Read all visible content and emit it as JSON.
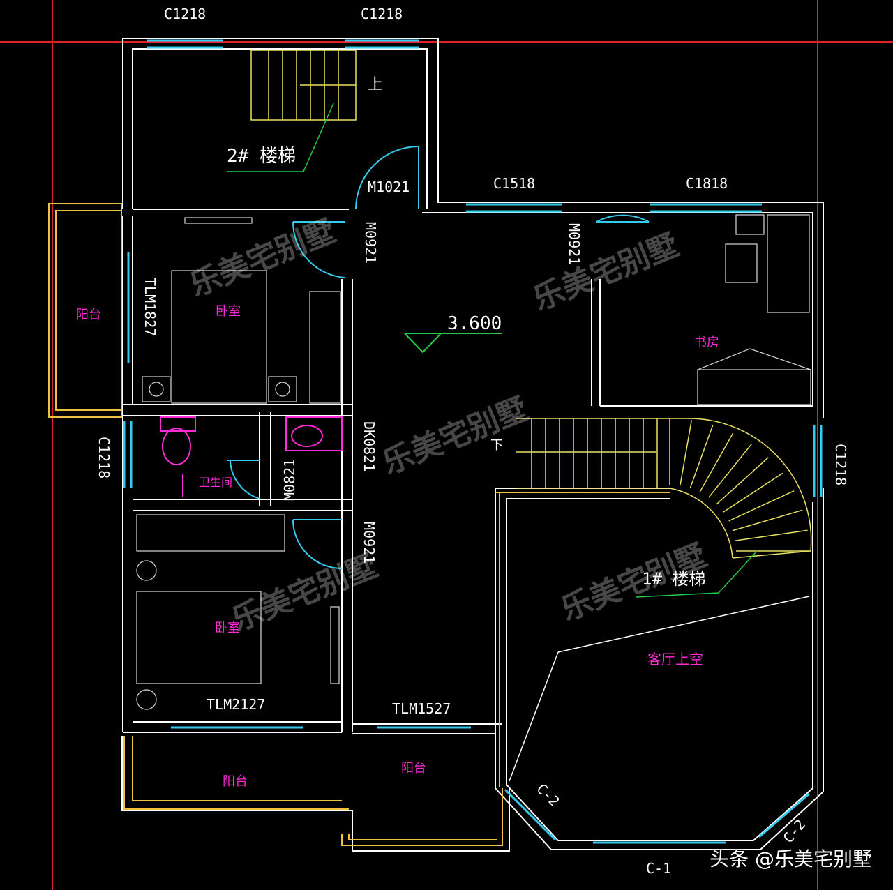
{
  "labels": {
    "window_c1218_top_left": "C1218",
    "window_c1218_top_right": "C1218",
    "window_c1518": "C1518",
    "window_c1818": "C1818",
    "window_c1218_left": "C1218",
    "window_c1218_right": "C1218",
    "window_c2_left": "C-2",
    "window_c2_right": "C-2",
    "window_c1": "C-1",
    "door_m1021": "M1021",
    "door_m0921_a": "M0921",
    "door_m0921_b": "M0921",
    "door_m0921_c": "M0921",
    "door_m0821": "M0821",
    "door_dk0821": "DK0821",
    "door_tlm1827": "TLM1827",
    "door_tlm2127": "TLM2127",
    "door_tlm1527": "TLM1527",
    "stair2": "2# 楼梯",
    "stair1": "1# 楼梯",
    "stair_up": "上",
    "stair_down": "下",
    "elevation": "3.600"
  },
  "rooms": {
    "balcony_west": "阳台",
    "bedroom_1": "卧室",
    "study": "书房",
    "bathroom": "卫生间",
    "bedroom_2": "卧室",
    "balcony_south_1": "阳台",
    "balcony_south_2": "阳台",
    "living_void": "客厅上空"
  },
  "watermarks": {
    "wm1": "乐美宅别墅",
    "wm2": "乐美宅别墅",
    "wm3": "乐美宅别墅",
    "wm4": "乐美宅别墅",
    "wm5": "乐美宅别墅"
  },
  "credit": "头条 @乐美宅别墅",
  "colors": {
    "background": "#000000",
    "wall": "#ffffff",
    "axis": "#e0202a",
    "window": "#33ccee",
    "stair": "#e8e060",
    "balcony": "#f0c040",
    "fixture": "#ff2bd6",
    "leader": "#22cc44"
  }
}
